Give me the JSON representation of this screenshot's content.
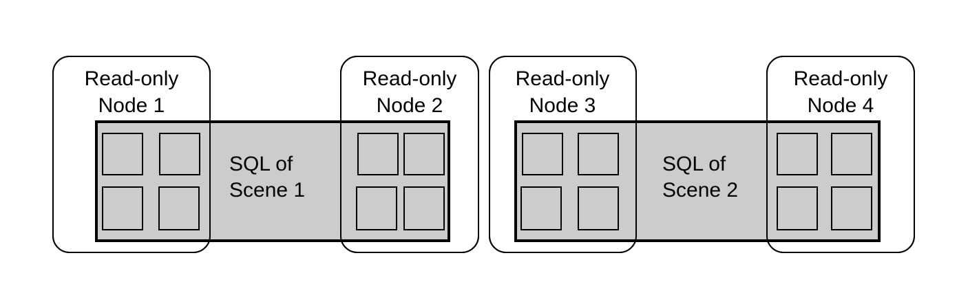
{
  "colors": {
    "background": "#ffffff",
    "stroke": "#000000",
    "sql_fill": "#cccccc",
    "node_fill": "#ffffff"
  },
  "scenes": [
    {
      "label_line1": "SQL of",
      "label_line2": "Scene 1",
      "nodes": [
        {
          "line1": "Read-only",
          "line2": "Node 1"
        },
        {
          "line1": "Read-only",
          "line2": "Node 2"
        }
      ]
    },
    {
      "label_line1": "SQL of",
      "label_line2": "Scene 2",
      "nodes": [
        {
          "line1": "Read-only",
          "line2": "Node 3"
        },
        {
          "line1": "Read-only",
          "line2": "Node 4"
        }
      ]
    }
  ]
}
